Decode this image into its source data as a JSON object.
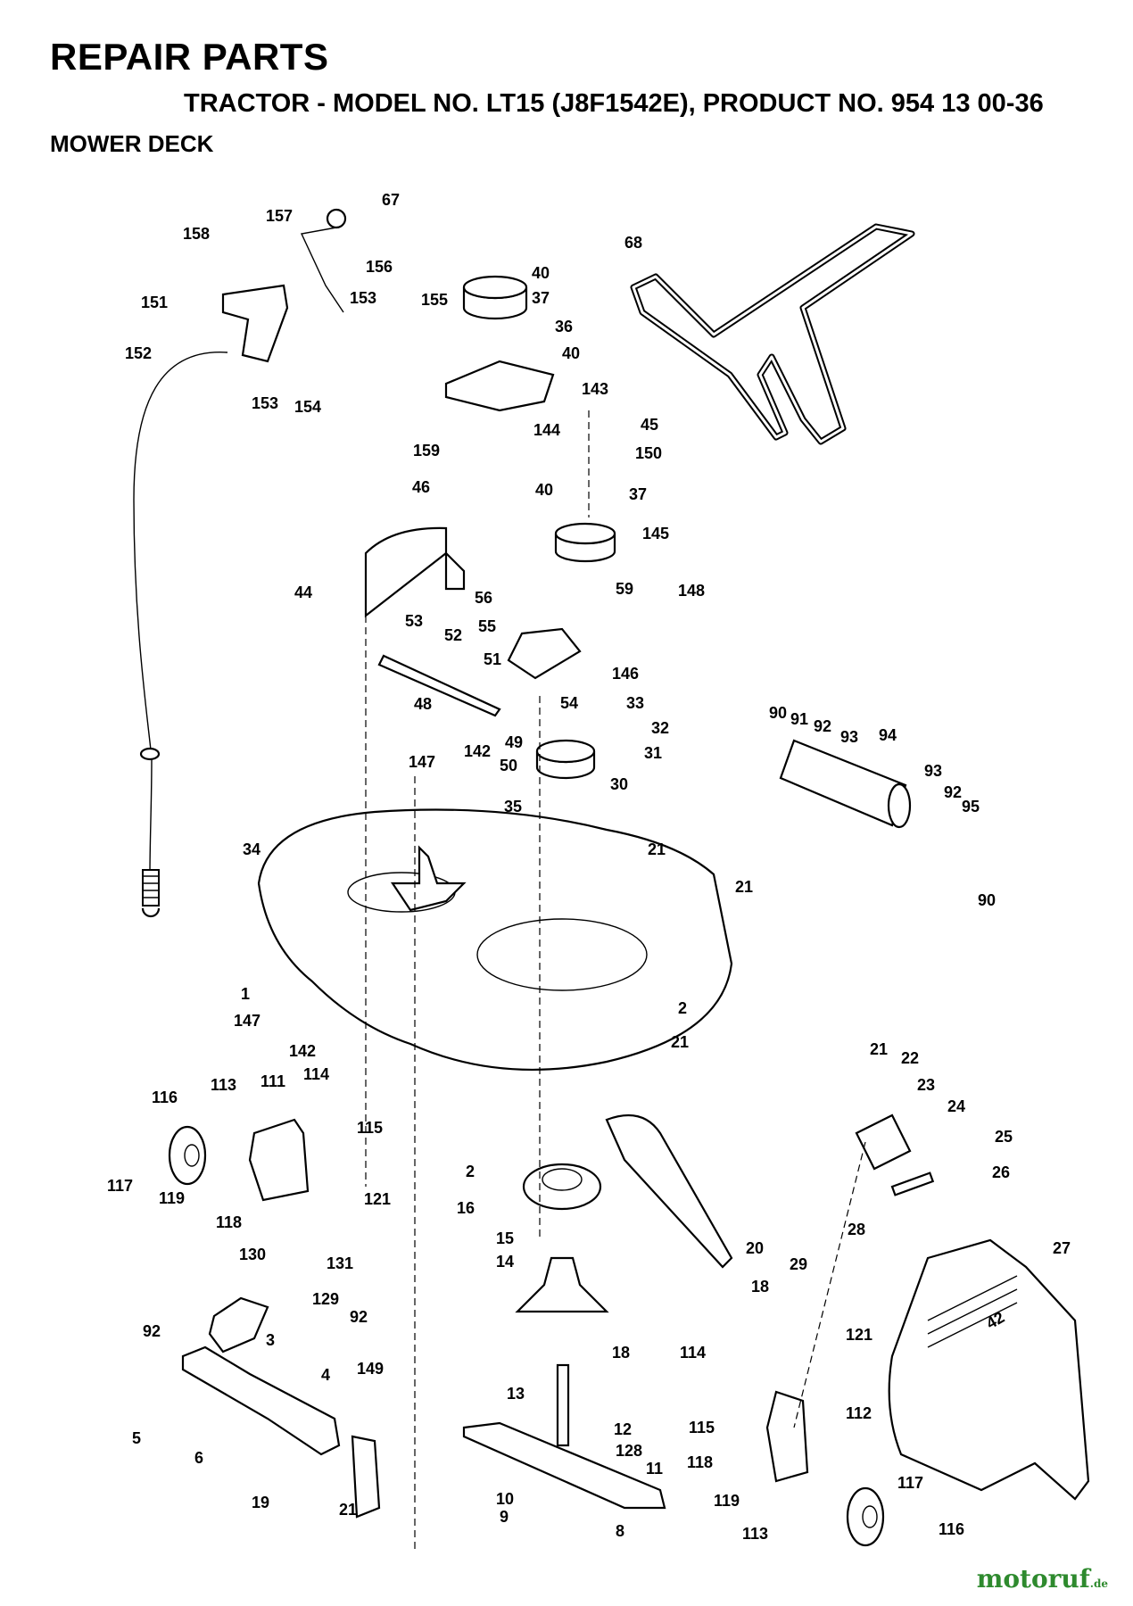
{
  "header": {
    "title": "REPAIR PARTS",
    "subtitle": "TRACTOR - MODEL NO. LT15 (J8F1542E), PRODUCT NO. 954 13 00-36",
    "section": "MOWER DECK"
  },
  "watermark": {
    "brand": "motoruf",
    "tld": ".de"
  },
  "decal_text": "42",
  "callouts": [
    {
      "id": "c67",
      "text": "67"
    },
    {
      "id": "c157",
      "text": "157"
    },
    {
      "id": "c158",
      "text": "158"
    },
    {
      "id": "c156",
      "text": "156"
    },
    {
      "id": "c151",
      "text": "151"
    },
    {
      "id": "c153a",
      "text": "153"
    },
    {
      "id": "c155",
      "text": "155"
    },
    {
      "id": "c152",
      "text": "152"
    },
    {
      "id": "c153b",
      "text": "153"
    },
    {
      "id": "c154",
      "text": "154"
    },
    {
      "id": "c68",
      "text": "68"
    },
    {
      "id": "c40a",
      "text": "40"
    },
    {
      "id": "c37a",
      "text": "37"
    },
    {
      "id": "c36",
      "text": "36"
    },
    {
      "id": "c40b",
      "text": "40"
    },
    {
      "id": "c143",
      "text": "143"
    },
    {
      "id": "c144",
      "text": "144"
    },
    {
      "id": "c45",
      "text": "45"
    },
    {
      "id": "c159",
      "text": "159"
    },
    {
      "id": "c150",
      "text": "150"
    },
    {
      "id": "c40c",
      "text": "40"
    },
    {
      "id": "c37b",
      "text": "37"
    },
    {
      "id": "c46",
      "text": "46"
    },
    {
      "id": "c145",
      "text": "145"
    },
    {
      "id": "c44",
      "text": "44"
    },
    {
      "id": "c56",
      "text": "56"
    },
    {
      "id": "c59",
      "text": "59"
    },
    {
      "id": "c148",
      "text": "148"
    },
    {
      "id": "c53",
      "text": "53"
    },
    {
      "id": "c55",
      "text": "55"
    },
    {
      "id": "c52",
      "text": "52"
    },
    {
      "id": "c51",
      "text": "51"
    },
    {
      "id": "c146",
      "text": "146"
    },
    {
      "id": "c48",
      "text": "48"
    },
    {
      "id": "c54",
      "text": "54"
    },
    {
      "id": "c33",
      "text": "33"
    },
    {
      "id": "c49",
      "text": "49"
    },
    {
      "id": "c50",
      "text": "50"
    },
    {
      "id": "c32",
      "text": "32"
    },
    {
      "id": "c90a",
      "text": "90"
    },
    {
      "id": "c91",
      "text": "91"
    },
    {
      "id": "c92a",
      "text": "92"
    },
    {
      "id": "c93a",
      "text": "93"
    },
    {
      "id": "c94",
      "text": "94"
    },
    {
      "id": "c31",
      "text": "31"
    },
    {
      "id": "c147a",
      "text": "147"
    },
    {
      "id": "c142a",
      "text": "142"
    },
    {
      "id": "c30",
      "text": "30"
    },
    {
      "id": "c93b",
      "text": "93"
    },
    {
      "id": "c92b",
      "text": "92"
    },
    {
      "id": "c95",
      "text": "95"
    },
    {
      "id": "c35",
      "text": "35"
    },
    {
      "id": "c34",
      "text": "34"
    },
    {
      "id": "c21a",
      "text": "21"
    },
    {
      "id": "c21b",
      "text": "21"
    },
    {
      "id": "c90b",
      "text": "90"
    },
    {
      "id": "c1",
      "text": "1"
    },
    {
      "id": "c2a",
      "text": "2"
    },
    {
      "id": "c147b",
      "text": "147"
    },
    {
      "id": "c21c",
      "text": "21"
    },
    {
      "id": "c142b",
      "text": "142"
    },
    {
      "id": "c21d",
      "text": "21"
    },
    {
      "id": "c22",
      "text": "22"
    },
    {
      "id": "c116a",
      "text": "116"
    },
    {
      "id": "c113a",
      "text": "113"
    },
    {
      "id": "c111",
      "text": "111"
    },
    {
      "id": "c114a",
      "text": "114"
    },
    {
      "id": "c23",
      "text": "23"
    },
    {
      "id": "c24",
      "text": "24"
    },
    {
      "id": "c115a",
      "text": "115"
    },
    {
      "id": "c25",
      "text": "25"
    },
    {
      "id": "c117a",
      "text": "117"
    },
    {
      "id": "c119a",
      "text": "119"
    },
    {
      "id": "c2b",
      "text": "2"
    },
    {
      "id": "c26",
      "text": "26"
    },
    {
      "id": "c121a",
      "text": "121"
    },
    {
      "id": "c16",
      "text": "16"
    },
    {
      "id": "c118a",
      "text": "118"
    },
    {
      "id": "c15",
      "text": "15"
    },
    {
      "id": "c28",
      "text": "28"
    },
    {
      "id": "c27",
      "text": "27"
    },
    {
      "id": "c20",
      "text": "20"
    },
    {
      "id": "c130",
      "text": "130"
    },
    {
      "id": "c131",
      "text": "131"
    },
    {
      "id": "c14",
      "text": "14"
    },
    {
      "id": "c29",
      "text": "29"
    },
    {
      "id": "c18a",
      "text": "18"
    },
    {
      "id": "c129",
      "text": "129"
    },
    {
      "id": "c92c",
      "text": "92"
    },
    {
      "id": "c92d",
      "text": "92"
    },
    {
      "id": "c3",
      "text": "3"
    },
    {
      "id": "c18b",
      "text": "18"
    },
    {
      "id": "c114b",
      "text": "114"
    },
    {
      "id": "c121b",
      "text": "121"
    },
    {
      "id": "c4",
      "text": "4"
    },
    {
      "id": "c149",
      "text": "149"
    },
    {
      "id": "c13",
      "text": "13"
    },
    {
      "id": "c5",
      "text": "5"
    },
    {
      "id": "c6",
      "text": "6"
    },
    {
      "id": "c12",
      "text": "12"
    },
    {
      "id": "c115b",
      "text": "115"
    },
    {
      "id": "c112",
      "text": "112"
    },
    {
      "id": "c128",
      "text": "128"
    },
    {
      "id": "c118b",
      "text": "118"
    },
    {
      "id": "c11",
      "text": "11"
    },
    {
      "id": "c117b",
      "text": "117"
    },
    {
      "id": "c119b",
      "text": "119"
    },
    {
      "id": "c19",
      "text": "19"
    },
    {
      "id": "c21e",
      "text": "21"
    },
    {
      "id": "c10",
      "text": "10"
    },
    {
      "id": "c9",
      "text": "9"
    },
    {
      "id": "c8",
      "text": "8"
    },
    {
      "id": "c113b",
      "text": "113"
    },
    {
      "id": "c116b",
      "text": "116"
    }
  ]
}
